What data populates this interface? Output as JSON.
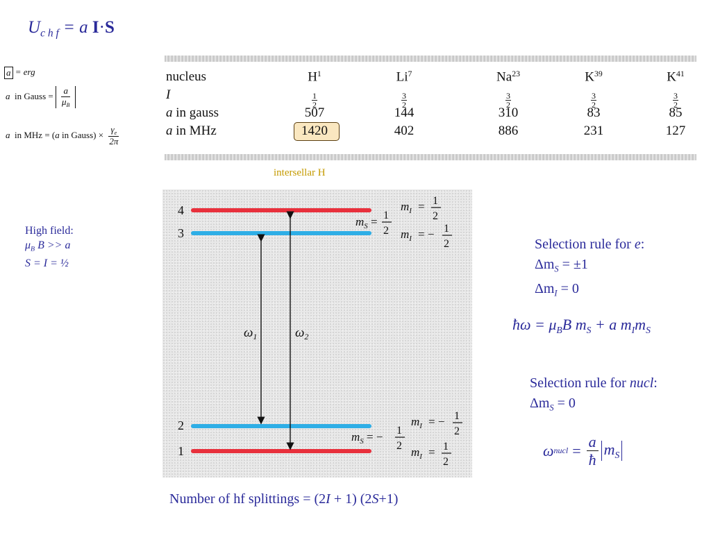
{
  "hamiltonian": {
    "U": "U",
    "sub": "c h f",
    "rhs_a": "= a",
    "I": "I",
    "dot": "·",
    "S": "S"
  },
  "units": {
    "line1_a": "a",
    "line1_rhs": "= erg",
    "line2_a": "a",
    "line2_in": "in Gauss =",
    "line2_num": "a",
    "line2_den": "μ",
    "line2_den_sub": "B",
    "line3_a": "a",
    "line3_in": "in MHz = (",
    "line3_a2": "a",
    "line3_in2": "in Gauss) ×",
    "line3_num": "γ",
    "line3_num_sub": "e",
    "line3_den": "2π"
  },
  "table": {
    "headers": {
      "label": "nucleus",
      "nuclei": [
        {
          "sym": "H",
          "mass": "1"
        },
        {
          "sym": "Li",
          "mass": "7"
        },
        {
          "sym": "Na",
          "mass": "23"
        },
        {
          "sym": "K",
          "mass": "39"
        },
        {
          "sym": "K",
          "mass": "41"
        }
      ]
    },
    "spin": {
      "label": "I",
      "values": [
        {
          "n": "1",
          "d": "2"
        },
        {
          "n": "3",
          "d": "2"
        },
        {
          "n": "3",
          "d": "2"
        },
        {
          "n": "3",
          "d": "2"
        },
        {
          "n": "3",
          "d": "2"
        }
      ]
    },
    "gauss": {
      "label_a": "a",
      "label_rest": "in gauss",
      "values": [
        "507",
        "144",
        "310",
        "83",
        "85"
      ]
    },
    "mhz": {
      "label_a": "a",
      "label_rest": "in MHz",
      "values": [
        "1420",
        "402",
        "886",
        "231",
        "127"
      ]
    }
  },
  "interstellar": "intersellar H",
  "high_field": {
    "line1": "High field:",
    "mu": "μ",
    "mu_sub": "B",
    "line2_rest": "B >> a",
    "line3": "S = I = ½"
  },
  "levels": {
    "numbers": [
      "4",
      "3",
      "2",
      "1"
    ],
    "colors": {
      "red": "#e8303c",
      "blue": "#2eaee6"
    },
    "omega1": "ω",
    "omega1_sub": "1",
    "omega2": "ω",
    "omega2_sub": "2",
    "upper": {
      "ms": "m",
      "ms_sub": "S",
      "ms_val": "=",
      "ms_num": "1",
      "ms_den": "2",
      "mi_top": "m",
      "mi_top_sub": "I",
      "mi_top_val": "=",
      "mi_top_num": "1",
      "mi_top_den": "2",
      "mi_bot": "m",
      "mi_bot_sub": "I",
      "mi_bot_val": "= −",
      "mi_bot_num": "1",
      "mi_bot_den": "2"
    },
    "lower": {
      "ms": "m",
      "ms_sub": "S",
      "ms_val": "= −",
      "ms_num": "1",
      "ms_den": "2",
      "mi_top": "m",
      "mi_top_sub": "I",
      "mi_top_val": "= −",
      "mi_top_num": "1",
      "mi_top_den": "2",
      "mi_bot": "m",
      "mi_bot_sub": "I",
      "mi_bot_val": "=",
      "mi_bot_num": "1",
      "mi_bot_den": "2"
    }
  },
  "selection_e": {
    "title": "Selection rule for",
    "title_it": "e",
    "title_end": ":",
    "line2_delta": "Δm",
    "line2_sub": "S",
    "line2_rest": " = ±1",
    "line3_delta": "Δm",
    "line3_sub": "I",
    "line3_rest": " = 0"
  },
  "energy_eq": {
    "lhs": "ħω = μ",
    "mu_sub": "B",
    "mid": "B m",
    "ms_sub": "S",
    "plus": " + a m",
    "mi_sub": "I",
    "m2": "m",
    "ms2_sub": "S"
  },
  "selection_nucl": {
    "title": "Selection rule for",
    "title_it": "nucl",
    "title_end": ":",
    "line2_delta": "Δm",
    "line2_sub": "S",
    "line2_rest": " = 0"
  },
  "omega_nucl": {
    "omega": "ω",
    "sub": "nucl",
    "eq": "=",
    "num": "a",
    "den": "ħ",
    "m": "m",
    "m_sub": "S"
  },
  "bottom_note": {
    "text1": "Number of hf splittings = (2",
    "I": "I",
    "text2": " + 1) (2",
    "S": "S",
    "text3": "+1)"
  }
}
